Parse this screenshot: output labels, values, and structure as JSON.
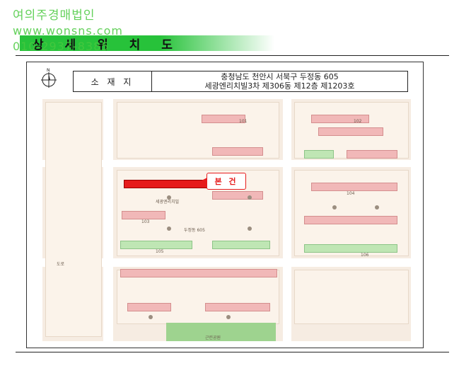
{
  "watermark": {
    "line1": "여의주경매법인",
    "line2": "www.wonsns.com",
    "line3": "010-2937-8385"
  },
  "title": "상 세 위 치 도",
  "header": {
    "label": "소  재  지",
    "address_line1": "충청남도 천안시 서북구 두정동 605",
    "address_line2": "세광엔리치빌3차 제306동 제12층 제1203호"
  },
  "map": {
    "callout": "본 건",
    "labels": {
      "bldg_101": "101",
      "bldg_102": "102",
      "bldg_103": "103",
      "bldg_104": "104",
      "bldg_105": "105",
      "bldg_106": "106",
      "area_label": "두정동 605",
      "park": "근린공원",
      "road": "도로",
      "apt": "세광엔리치빌"
    }
  },
  "colors": {
    "watermark_green": "#49c93f",
    "title_bar_green": "#27c23a",
    "subject_red": "#e61c1c"
  }
}
